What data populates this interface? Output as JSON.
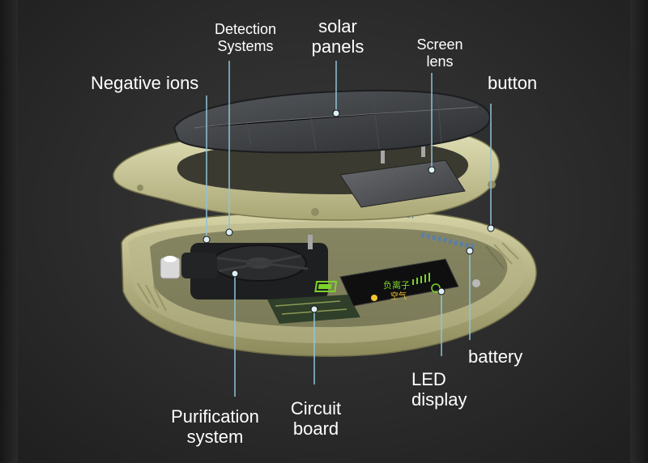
{
  "labels": {
    "detection": [
      "Detection",
      "Systems"
    ],
    "solar": [
      "solar",
      "panels"
    ],
    "screen": [
      "Screen",
      "lens"
    ],
    "negative_ions": "Negative ions",
    "button": "button",
    "battery": "battery",
    "led": [
      "LED",
      "display"
    ],
    "purification": [
      "Purification",
      "system"
    ],
    "circuit": [
      "Circuit",
      "board"
    ]
  },
  "display": {
    "ion_text": "负离子",
    "air_text": "空气"
  },
  "colors": {
    "shell": "#c9c79a",
    "solar_panel": "#3b3d40",
    "leader_line": "#8fc3d8",
    "led_green": "#7bd42a",
    "led_yellow": "#f2c230"
  }
}
